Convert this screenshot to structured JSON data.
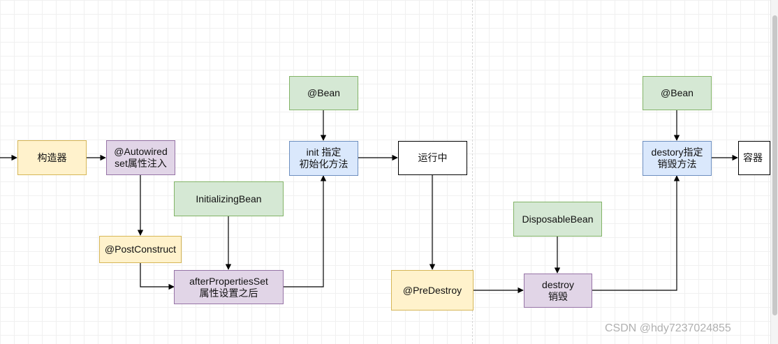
{
  "nodes": {
    "constructor": "构造器",
    "autowired": [
      "@Autowired",
      "set属性注入"
    ],
    "post_construct": "@PostConstruct",
    "initializing_bean": "InitializingBean",
    "after_properties_set": [
      "afterPropertiesSet",
      "属性设置之后"
    ],
    "bean_init": "@Bean",
    "init_method": [
      "init 指定",
      "初始化方法"
    ],
    "running": "运行中",
    "pre_destroy": "@PreDestroy",
    "disposable_bean": "DisposableBean",
    "destroy": [
      "destroy",
      "销毁"
    ],
    "bean_destroy": "@Bean",
    "destroy_method": [
      "destory指定",
      "销毁方法"
    ],
    "container": "容器"
  },
  "edges": [
    {
      "from": "left-edge",
      "to": "constructor"
    },
    {
      "from": "constructor",
      "to": "autowired"
    },
    {
      "from": "autowired",
      "to": "post_construct"
    },
    {
      "from": "post_construct",
      "to": "after_properties_set"
    },
    {
      "from": "initializing_bean",
      "to": "after_properties_set"
    },
    {
      "from": "after_properties_set",
      "to": "init_method"
    },
    {
      "from": "bean_init",
      "to": "init_method"
    },
    {
      "from": "init_method",
      "to": "running"
    },
    {
      "from": "running",
      "to": "pre_destroy"
    },
    {
      "from": "pre_destroy",
      "to": "destroy"
    },
    {
      "from": "disposable_bean",
      "to": "destroy"
    },
    {
      "from": "destroy",
      "to": "destroy_method"
    },
    {
      "from": "bean_destroy",
      "to": "destroy_method"
    },
    {
      "from": "destroy_method",
      "to": "container"
    }
  ],
  "watermark": "CSDN @hdy7237024855",
  "colors": {
    "yellow_fill": "#fff2cc",
    "purple_fill": "#e1d5e7",
    "green_fill": "#d5e8d4",
    "blue_fill": "#dae8fc",
    "white_fill": "#ffffff"
  }
}
